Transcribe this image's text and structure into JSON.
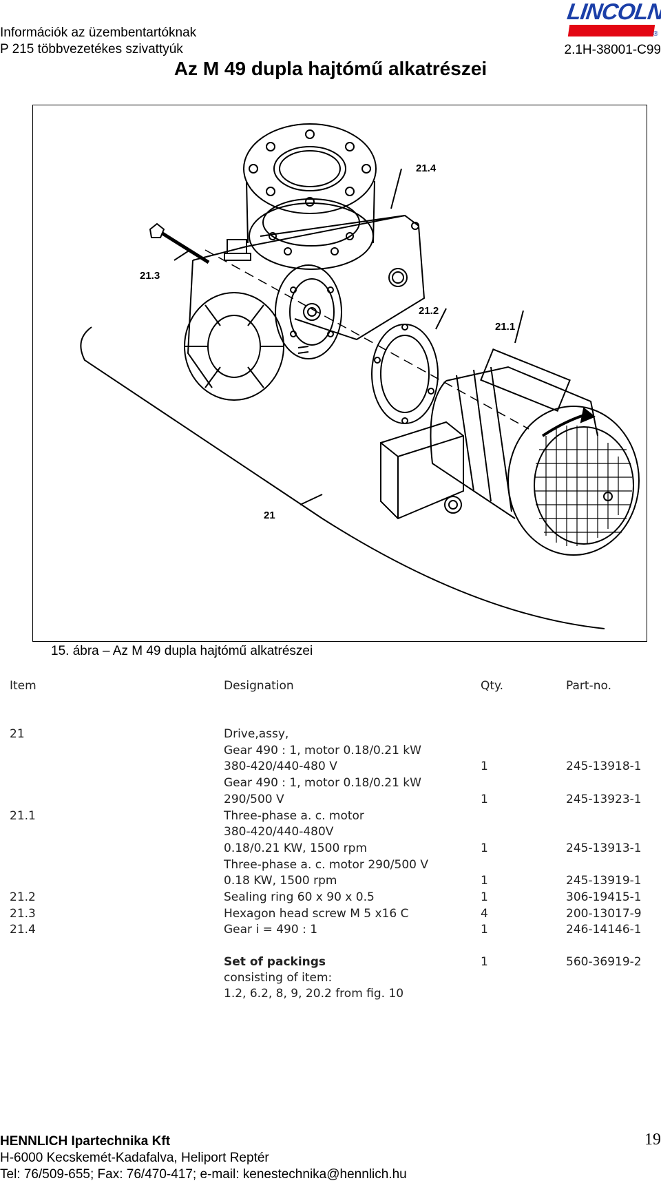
{
  "header": {
    "line1": "Információk az üzembentartóknak",
    "line2": "P 215 többvezetékes szivattyúk",
    "doc_code": "2.1H-38001-C99",
    "logo_text": "LINCOLN",
    "logo_mark": "®"
  },
  "title": "Az M 49 dupla hajtómű alkatrészei",
  "figure": {
    "caption": "15. ábra – Az M 49 dupla hajtómű alkatrészei",
    "labels": {
      "l214": "21.4",
      "l213": "21.3",
      "l212": "21.2",
      "l211": "21.1",
      "l21": "21"
    }
  },
  "table": {
    "headers": {
      "item": "Item",
      "designation": "Designation",
      "qty": "Qty.",
      "part": "Part-no."
    },
    "rows": [
      {
        "item": "21",
        "designation": "Drive,assy,",
        "qty": "",
        "part": ""
      },
      {
        "item": "",
        "designation": "Gear 490 : 1, motor 0.18/0.21 kW",
        "qty": "",
        "part": ""
      },
      {
        "item": "",
        "designation": "380-420/440-480  V",
        "qty": "1",
        "part": "245-13918-1"
      },
      {
        "item": "",
        "designation": "Gear 490 : 1, motor 0.18/0.21 kW",
        "qty": "",
        "part": ""
      },
      {
        "item": "",
        "designation": "290/500  V",
        "qty": "1",
        "part": "245-13923-1"
      },
      {
        "item": "21.1",
        "designation": "Three-phase a. c. motor",
        "qty": "",
        "part": ""
      },
      {
        "item": "",
        "designation": "380-420/440-480V",
        "qty": "",
        "part": ""
      },
      {
        "item": "",
        "designation": "0.18/0.21 KW, 1500 rpm",
        "qty": "1",
        "part": "245-13913-1"
      },
      {
        "item": "",
        "designation": "Three-phase a. c. motor 290/500 V",
        "qty": "",
        "part": ""
      },
      {
        "item": "",
        "designation": "0.18 KW, 1500 rpm",
        "qty": "1",
        "part": "245-13919-1"
      },
      {
        "item": "21.2",
        "designation": "Sealing ring  60 x 90 x 0.5",
        "qty": "1",
        "part": "306-19415-1"
      },
      {
        "item": "21.3",
        "designation": "Hexagon head screw M 5 x16 C",
        "qty": "4",
        "part": "200-13017-9"
      },
      {
        "item": "21.4",
        "designation": "Gear i = 490 : 1",
        "qty": "1",
        "part": "246-14146-1"
      }
    ],
    "packings": {
      "title": "Set of packings",
      "qty": "1",
      "part": "560-36919-2",
      "line2": "consisting of item:",
      "line3": "1.2, 6.2, 8, 9, 20.2 from fig. 10"
    }
  },
  "footer": {
    "company": "HENNLICH Ipartechnika Kft",
    "address": "H-6000 Kecskemét-Kadafalva, Heliport Reptér",
    "contact": "Tel: 76/509-655; Fax: 76/470-417; e-mail: kenestechnika@hennlich.hu",
    "page": "19"
  },
  "colors": {
    "logo_blue": "#1b3fa8",
    "logo_red": "#e30613"
  }
}
